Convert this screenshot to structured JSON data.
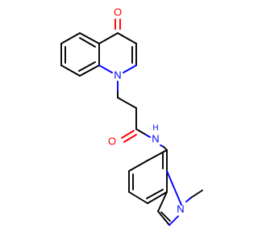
{
  "molecule": {
    "atom_labels": {
      "ketone_oxygen": "O",
      "quinolone_nitrogen": "N",
      "amide_oxygen": "O",
      "amide_nitrogen": "N",
      "amide_hydrogen": "H",
      "indole_nitrogen": "N"
    },
    "colors": {
      "bond": "#000000",
      "nitrogen": "#0000ff",
      "oxygen": "#ff0000"
    }
  }
}
